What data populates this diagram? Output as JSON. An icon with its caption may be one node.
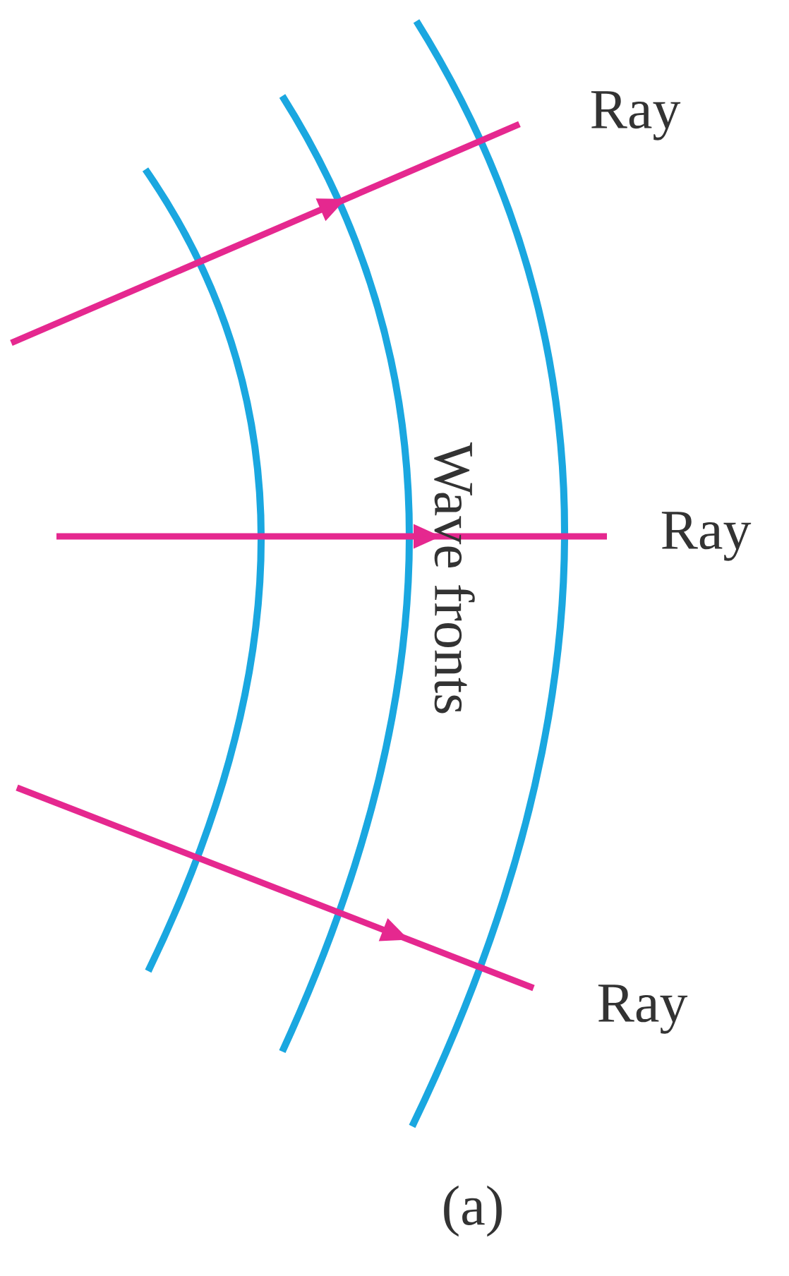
{
  "diagram": {
    "caption": "(a)",
    "labels": [
      "Ray",
      "Wave fronts",
      "Ray",
      "Ray"
    ]
  }
}
